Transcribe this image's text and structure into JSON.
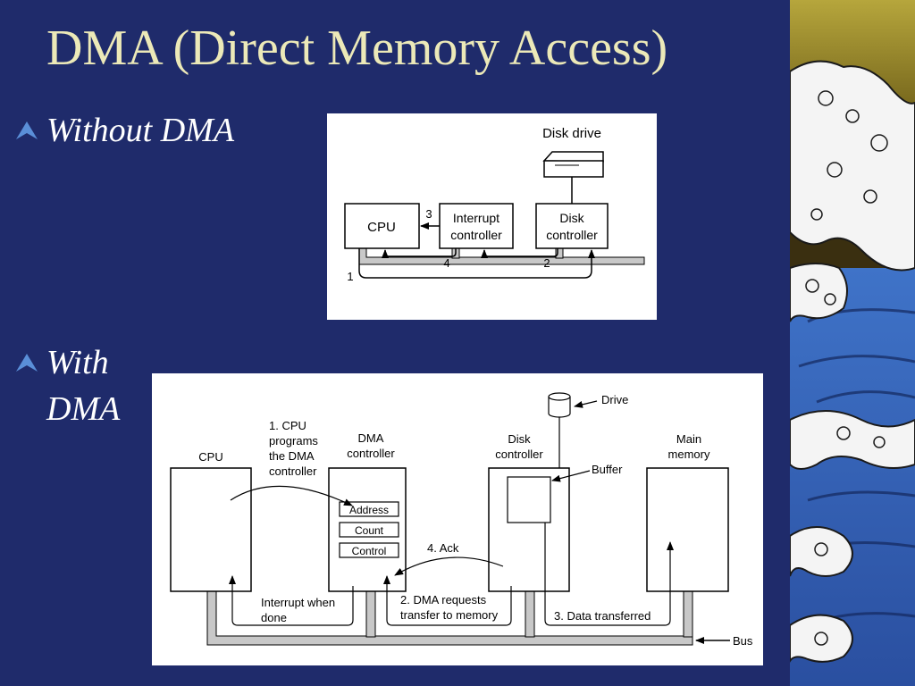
{
  "slide": {
    "title": "DMA (Direct Memory Access)",
    "bullets": [
      {
        "lines": [
          "Without DMA"
        ]
      },
      {
        "lines": [
          "With",
          "DMA"
        ]
      }
    ]
  },
  "diagram_without": {
    "disk_drive": "Disk drive",
    "cpu": "CPU",
    "interrupt_controller": [
      "Interrupt",
      "controller"
    ],
    "disk_controller": [
      "Disk",
      "controller"
    ],
    "step_labels": [
      "1",
      "2",
      "3",
      "4"
    ]
  },
  "diagram_with": {
    "drive": "Drive",
    "cpu": "CPU",
    "dma_controller": [
      "DMA",
      "controller"
    ],
    "disk_controller": [
      "Disk",
      "controller"
    ],
    "main_memory": [
      "Main",
      "memory"
    ],
    "registers": [
      "Address",
      "Count",
      "Control"
    ],
    "buffer": "Buffer",
    "bus": "Bus",
    "step1": [
      "1. CPU",
      "programs",
      "the DMA",
      "controller"
    ],
    "step2": [
      "2. DMA requests",
      "transfer to memory"
    ],
    "step3": "3. Data transferred",
    "step4": "4. Ack",
    "interrupt": [
      "Interrupt when",
      "done"
    ]
  },
  "colors": {
    "background": "#1f2b6b",
    "title": "#ece9b8",
    "bullet_text": "#ffffff",
    "bullet_glyph": "#5a8fd8",
    "bus_fill": "#c8c8c8"
  },
  "decoration": {
    "right_panel": "wave-art"
  }
}
